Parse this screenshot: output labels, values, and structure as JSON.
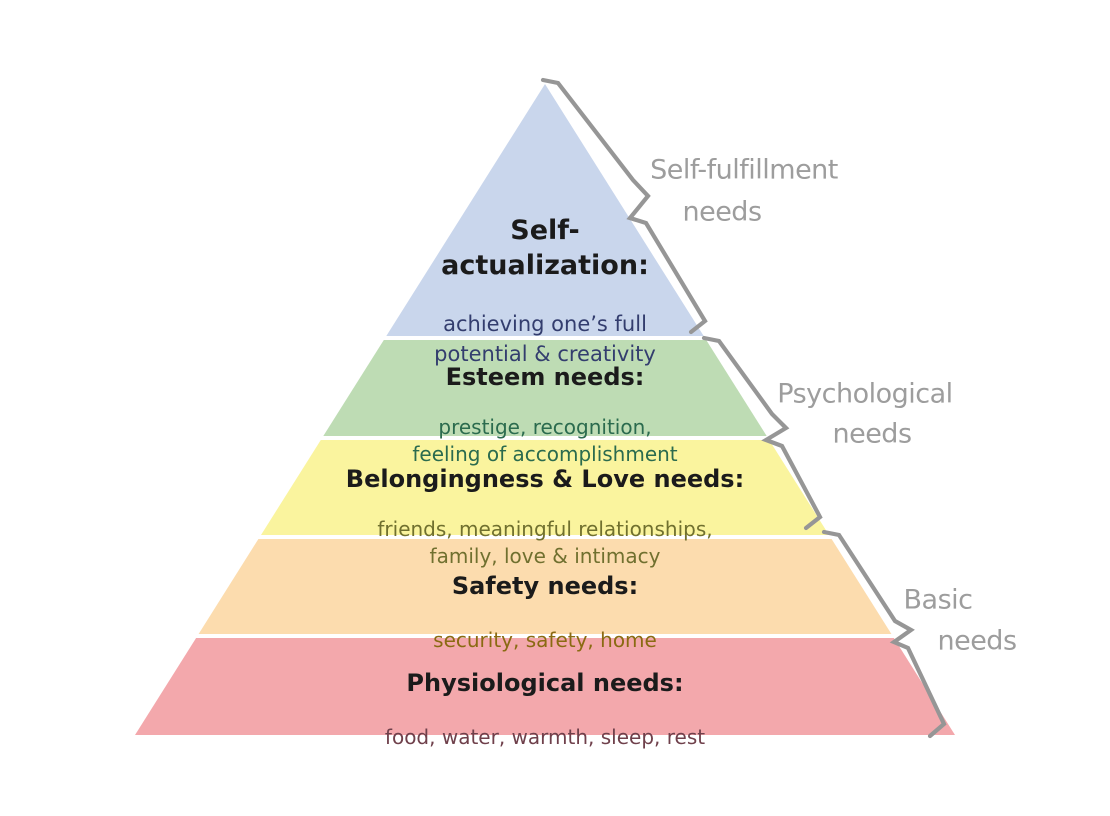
{
  "diagram_type": "pyramid",
  "levels": [
    {
      "name": "self-actualization",
      "title_lines": [
        "Self-",
        "actualization:"
      ],
      "subtitle_lines": [
        "achieving one’s full",
        "potential & creativity"
      ],
      "fill": "#c9d6ec",
      "subtitle_color": "#333d6e"
    },
    {
      "name": "esteem",
      "title_lines": [
        "Esteem needs:"
      ],
      "subtitle_lines": [
        "prestige, recognition,",
        "feeling of accomplishment"
      ],
      "fill": "#bedcb4",
      "subtitle_color": "#2b6b4e"
    },
    {
      "name": "belongingness-love",
      "title_lines": [
        "Belongingness & Love needs:"
      ],
      "subtitle_lines": [
        "friends, meaningful relationships,",
        "family, love & intimacy"
      ],
      "fill": "#faf49e",
      "subtitle_color": "#70702f"
    },
    {
      "name": "safety",
      "title_lines": [
        "Safety needs:"
      ],
      "subtitle_lines": [
        "security, safety, home"
      ],
      "fill": "#fcdcae",
      "subtitle_color": "#8a6a12"
    },
    {
      "name": "physiological",
      "title_lines": [
        "Physiological needs:"
      ],
      "subtitle_lines": [
        "food, water, warmth, sleep, rest"
      ],
      "fill": "#f3a8ac",
      "subtitle_color": "#6f404b"
    }
  ],
  "groups": [
    {
      "name": "self-fulfillment",
      "line1": "Self-fulfillment",
      "line2": "needs"
    },
    {
      "name": "psychological",
      "line1": "Psychological",
      "line2": "needs"
    },
    {
      "name": "basic",
      "line1": "Basic",
      "line2": "needs"
    }
  ],
  "colors": {
    "heading": "#1b1b1b",
    "label_gray": "#9d9d9d",
    "bracket_gray": "#969696",
    "background": "#ffffff"
  }
}
